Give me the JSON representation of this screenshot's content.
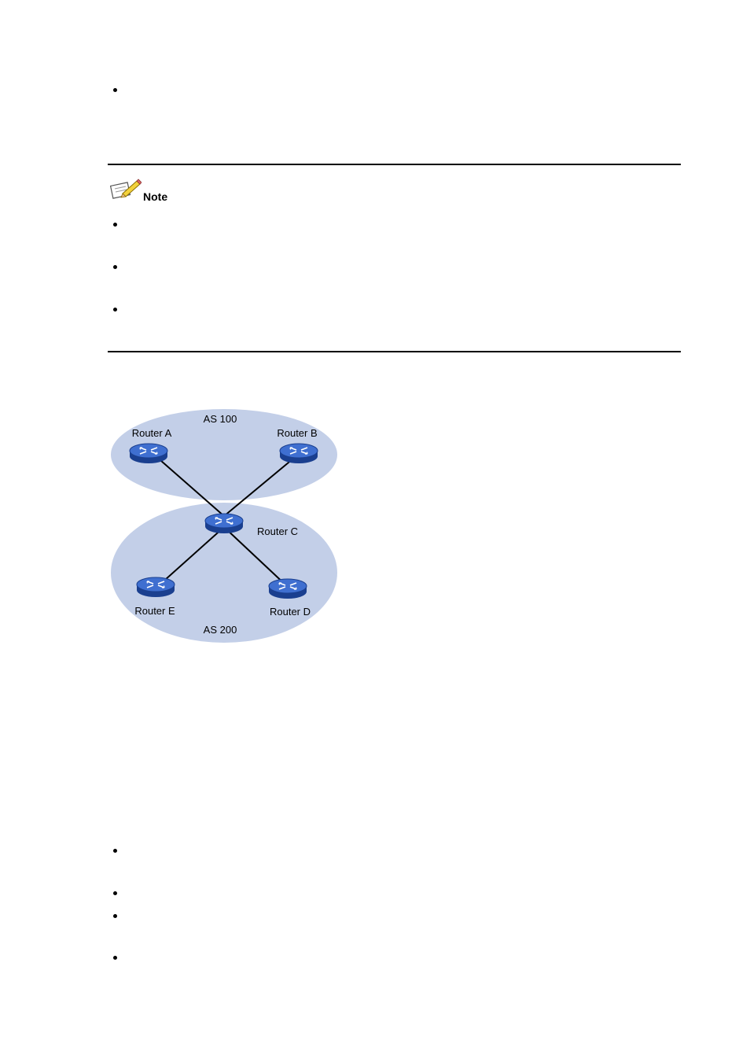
{
  "note": {
    "label": "Note",
    "icon": "note-pencil-icon"
  },
  "figure": {
    "regions": [
      {
        "label": "AS 100",
        "color": "#c3cfe8"
      },
      {
        "label": "AS 200",
        "color": "#c3cfe8"
      }
    ],
    "routers": [
      {
        "label": "Router A",
        "icon": "router-icon"
      },
      {
        "label": "Router B",
        "icon": "router-icon"
      },
      {
        "label": "Router C",
        "icon": "router-icon"
      },
      {
        "label": "Router D",
        "icon": "router-icon"
      },
      {
        "label": "Router E",
        "icon": "router-icon"
      }
    ],
    "links": [
      [
        "Router A",
        "Router C"
      ],
      [
        "Router B",
        "Router C"
      ],
      [
        "Router C",
        "Router E"
      ],
      [
        "Router C",
        "Router D"
      ]
    ],
    "router_color": "#2a56b8"
  }
}
